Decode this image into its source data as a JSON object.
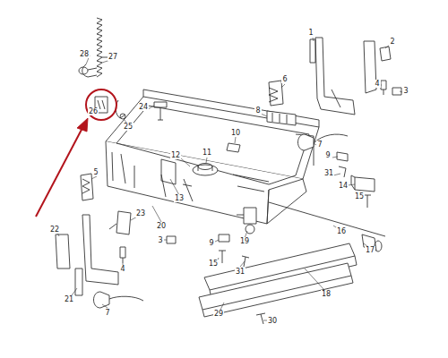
{
  "diagram": {
    "labels": [
      "28",
      "27",
      "1",
      "2",
      "6",
      "4",
      "3",
      "24",
      "26",
      "8",
      "25",
      "10",
      "7",
      "11",
      "12",
      "9",
      "5",
      "31",
      "14",
      "13",
      "15",
      "23",
      "20",
      "16",
      "22",
      "3",
      "9",
      "19",
      "17",
      "4",
      "15",
      "31",
      "18",
      "21",
      "7",
      "29",
      "30"
    ]
  }
}
